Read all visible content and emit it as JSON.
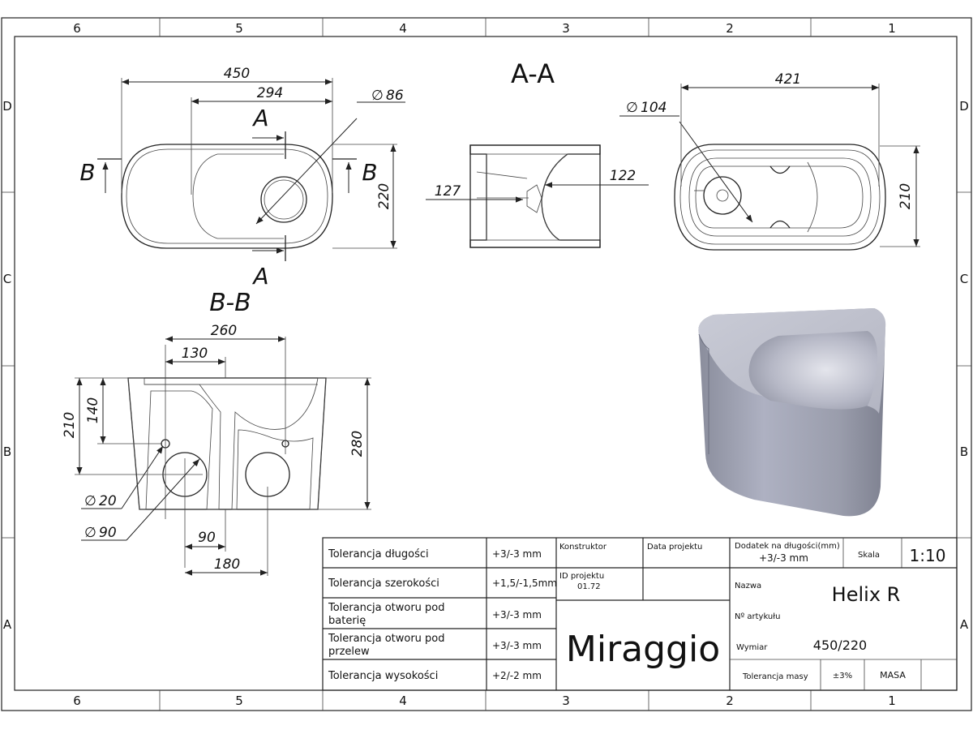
{
  "frame": {
    "columns": [
      "6",
      "5",
      "4",
      "3",
      "2",
      "1"
    ],
    "rows": [
      "D",
      "C",
      "B",
      "A"
    ]
  },
  "views": {
    "top_view": {
      "dim_length": "450",
      "dim_inner": "294",
      "dim_hole": "86",
      "dim_width": "220",
      "section_a": "A",
      "section_b": "B"
    },
    "section_aa": {
      "title": "A-A",
      "dim_left": "127",
      "dim_right": "122"
    },
    "bottom_view": {
      "dim_length": "421",
      "dim_hole": "104",
      "dim_width": "210"
    },
    "section_bb": {
      "title": "B-B",
      "dim_260": "260",
      "dim_130": "130",
      "dim_140": "140",
      "dim_210": "210",
      "dim_280": "280",
      "dim_20": "20",
      "dim_90": "90",
      "dim_90b": "90",
      "dim_180": "180"
    }
  },
  "title_block": {
    "tolerances": [
      {
        "label": [
          "Tolerancja długości"
        ],
        "value": "+3/-3 mm"
      },
      {
        "label": [
          "Tolerancja szerokości"
        ],
        "value": "+1,5/-1,5mm"
      },
      {
        "label": [
          "Tolerancja otworu pod",
          "baterię"
        ],
        "value": "+3/-3 mm"
      },
      {
        "label": [
          "Tolerancja otworu pod",
          "przelew"
        ],
        "value": "+3/-3 mm"
      },
      {
        "label": [
          "Tolerancja wysokości"
        ],
        "value": "+2/-2 mm"
      }
    ],
    "konstruktor_label": "Konstruktor",
    "data_projektu_label": "Data projektu",
    "id_projektu_label": "ID projektu",
    "id_projektu_value": "01.72",
    "brand": "Miraggio",
    "dodatek_label": "Dodatek na długości(mm)",
    "dodatek_value": "+3/-3 mm",
    "skala_label": "Skala",
    "skala_value": "1:10",
    "nazwa_label": "Nazwa",
    "nazwa_value": "Helix R",
    "artykul_label": "Nº artykułu",
    "wymiar_label": "Wymiar",
    "wymiar_value": "450/220",
    "tol_masy_label": "Tolerancja masy",
    "tol_masy_value": "±3%",
    "masa_label": "MASA"
  }
}
